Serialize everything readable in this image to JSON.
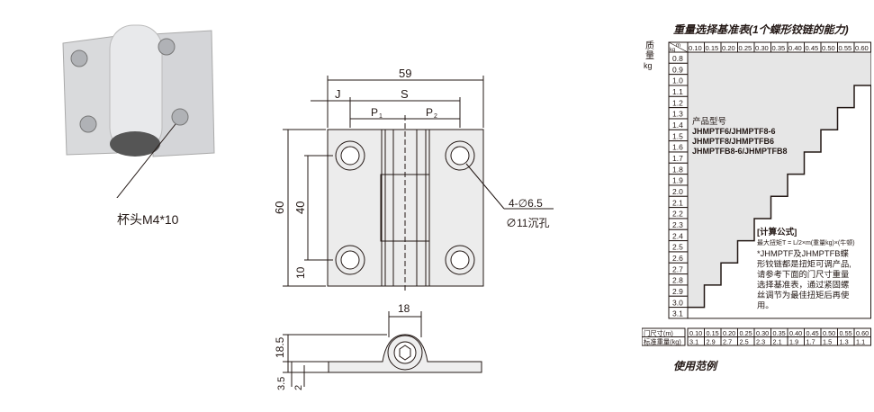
{
  "photo": {
    "callout": "杯头M4*10"
  },
  "drawing": {
    "width": "59",
    "j": "J",
    "s": "S",
    "p1": "P",
    "p1_sub": "1",
    "p2": "P",
    "p2_sub": "2",
    "height": "60",
    "pitch": "40",
    "offset": "10",
    "hole_spec": "4-∅6.5",
    "counterbore": "∅11沉孔",
    "side_width": "18",
    "side_height": "18.5",
    "side_thick": "3.5",
    "side_base": "2"
  },
  "table": {
    "title": "重量选择基准表(1个蝶形铰链的能力)",
    "y_label": [
      "质",
      "量",
      "kg"
    ],
    "corner_m": "m",
    "corner_kg": "kg",
    "columns": [
      "0.10",
      "0.15",
      "0.20",
      "0.25",
      "0.30",
      "0.35",
      "0.40",
      "0.45",
      "0.50",
      "0.55",
      "0.60"
    ],
    "rows": [
      "0.8",
      "0.9",
      "1.0",
      "1.1",
      "1.2",
      "1.3",
      "1.4",
      "1.5",
      "1.6",
      "1.7",
      "1.8",
      "1.9",
      "2.0",
      "2.1",
      "2.2",
      "2.3",
      "2.4",
      "2.5",
      "2.6",
      "2.7",
      "2.8",
      "2.9",
      "3.0",
      "3.1"
    ],
    "capacity": [
      3.1,
      2.9,
      2.7,
      2.5,
      2.3,
      2.1,
      1.9,
      1.7,
      1.5,
      1.3,
      1.1
    ],
    "product_label": "产品型号",
    "products": [
      "JHMPTF6/JHMPTF8-6",
      "JHMPTF8/JHMPTFB6",
      "JHMPTFB8-6/JHMPTFB8"
    ],
    "formula_title": "[计算公式]",
    "formula": "最大扭矩T = L/2×m(重量kg)×(牛顿)",
    "note": [
      "*JHMPTF及JHMPTFB蝶",
      "形铰链都是扭矩可调产品,",
      "请参考下面的门尺寸重量",
      "选择基准表，通过紧固螺",
      "丝调节为最佳扭矩后再使",
      "用。"
    ],
    "shade_color": "#e6e6e6"
  },
  "bottom_table": {
    "row1_label": "门尺寸(m)",
    "row2_label": "标准重量(kg)",
    "sizes": [
      "0.10",
      "0.15",
      "0.20",
      "0.25",
      "0.30",
      "0.35",
      "0.40",
      "0.45",
      "0.50",
      "0.55",
      "0.60"
    ],
    "weights": [
      "3.1",
      "2.9",
      "2.7",
      "2.5",
      "2.3",
      "2.1",
      "1.9",
      "1.7",
      "1.5",
      "1.3",
      "1.1"
    ]
  },
  "usage_title": "使用范例"
}
